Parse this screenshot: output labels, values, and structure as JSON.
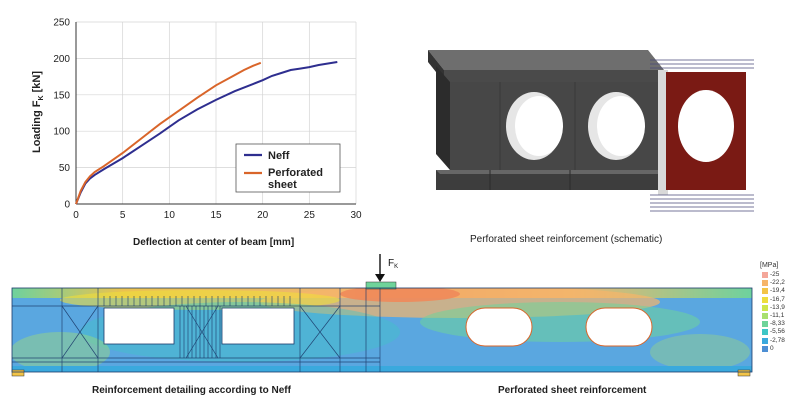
{
  "chart_data": {
    "type": "line",
    "xlabel": "Deflection at center of beam [mm]",
    "ylabel": "Loading F",
    "ylabel_sub": "K",
    "ylabel_unit": " [kN]",
    "xlim": [
      0,
      30
    ],
    "ylim": [
      0,
      250
    ],
    "xticks": [
      0,
      5,
      10,
      15,
      20,
      25,
      30
    ],
    "yticks": [
      0,
      50,
      100,
      150,
      200,
      250
    ],
    "grid": true,
    "legend_position": "bottom-right",
    "series": [
      {
        "name": "Neff",
        "color": "#2e2e8f",
        "x": [
          0,
          0.5,
          1,
          1.5,
          2,
          3,
          5,
          7,
          9,
          11,
          13,
          15,
          17,
          19,
          20,
          21,
          22,
          23,
          24,
          25,
          26,
          27,
          28
        ],
        "y": [
          0,
          16,
          28,
          35,
          40,
          48,
          63,
          80,
          97,
          115,
          130,
          143,
          155,
          165,
          170,
          176,
          180,
          184,
          186,
          188,
          191,
          193,
          195
        ]
      },
      {
        "name": "Perforated sheet",
        "color": "#d9652a",
        "x": [
          0,
          0.5,
          1,
          1.5,
          2,
          3,
          5,
          7,
          9,
          11,
          13,
          15,
          17,
          18,
          19,
          19.8
        ],
        "y": [
          0,
          18,
          30,
          38,
          44,
          52,
          70,
          90,
          110,
          128,
          146,
          163,
          177,
          184,
          190,
          194
        ]
      }
    ]
  },
  "captions": {
    "chart": "Deflection at center of beam [mm]",
    "schematic": "Perforated sheet reinforcement (schematic)",
    "fea_left": "Reinforcement detailing according to Neff",
    "fea_right": "Perforated sheet reinforcement"
  },
  "load": {
    "label": "F",
    "sub": "K"
  },
  "stress_scale": {
    "unit": "[MPa]",
    "levels": [
      "-25",
      "-22,2",
      "-19,4",
      "-16,7",
      "-13,9",
      "-11,1",
      "-8,33",
      "-5,56",
      "-2,78",
      "0"
    ],
    "colors": [
      "#f4a79a",
      "#f6b56a",
      "#f3c447",
      "#eedd3c",
      "#cfe64a",
      "#a8e06e",
      "#6fd49a",
      "#3ec6c6",
      "#3aa9dd",
      "#4d8fd4"
    ]
  },
  "colors": {
    "concrete_dark": "#3b3b3b",
    "steel_plate": "#7a1a14",
    "fea_base": "#5aa7e0"
  }
}
